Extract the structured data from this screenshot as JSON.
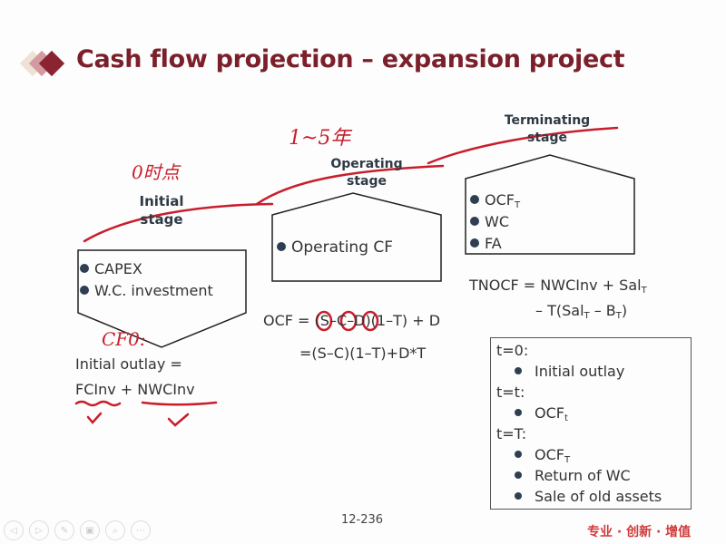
{
  "slide": {
    "title": "Cash flow projection – expansion project",
    "page_number": "12-236",
    "slogan": "专业 · 创新 · 增值"
  },
  "stages": {
    "initial": {
      "label_line1": "Initial",
      "label_line2": "stage",
      "items": [
        "CAPEX",
        "W.C. investment"
      ]
    },
    "operating": {
      "label_line1": "Operating",
      "label_line2": "stage",
      "items": [
        "Operating CF"
      ]
    },
    "terminating": {
      "label_line1": "Terminating",
      "label_line2": "stage",
      "items": [
        "OCF",
        "WC",
        "FA"
      ],
      "item0_sub": "T"
    }
  },
  "formulas": {
    "initial_outlay_line1": "Initial outlay =",
    "initial_outlay_a": "FCInv",
    "initial_outlay_plus": "+",
    "initial_outlay_b": "NWCInv",
    "ocf_line1": "OCF = (S–C–D)(1–T) + D",
    "ocf_line2": "=(S–C)(1–T)+D*T",
    "tnocf_line1_a": "TNOCF = NWCInv + Sal",
    "tnocf_line1_sub": "T",
    "tnocf_line2_a": "– T(Sal",
    "tnocf_line2_sub1": "T",
    "tnocf_line2_b": " – B",
    "tnocf_line2_sub2": "T",
    "tnocf_line2_c": ")"
  },
  "summary_box": {
    "t0": "t=0:",
    "t0_item": "Initial outlay",
    "tt": "t=t:",
    "tt_item": "OCF",
    "tt_item_sub": "t",
    "tT": "t=T:",
    "tT_item1": "OCF",
    "tT_item1_sub": "T",
    "tT_item2": "Return of WC",
    "tT_item3": "Sale of old assets"
  },
  "annotations": {
    "time0": "0时点",
    "years": "1~5年",
    "cf0": "CF0:"
  },
  "nav_icons": [
    "prev-icon",
    "next-icon",
    "pen-icon",
    "screen-icon",
    "zoom-icon",
    "more-icon"
  ],
  "colors": {
    "title": "#7b1f2b",
    "annotation": "#c81e2c",
    "slogan": "#d03a3a"
  }
}
